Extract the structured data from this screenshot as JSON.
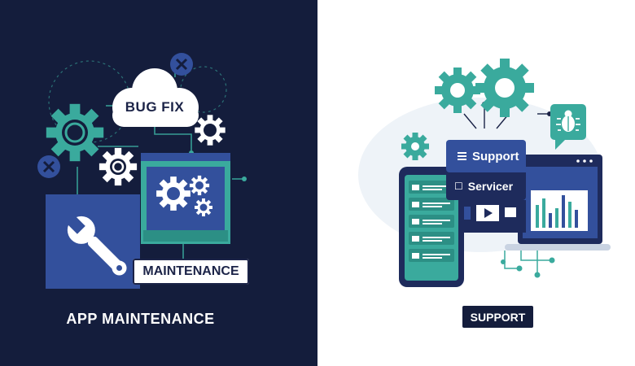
{
  "left": {
    "cloud_label": "BUG FIX",
    "maintenance_label": "MAINTENANCE",
    "title": "APP MAINTENANCE"
  },
  "right": {
    "support_tile_label": "Support",
    "servicer_tile_label": "Servicer",
    "title": "SUPPORT"
  },
  "colors": {
    "navy": "#141d3c",
    "teal": "#3aaa9d",
    "blue": "#33509c",
    "white": "#ffffff"
  }
}
